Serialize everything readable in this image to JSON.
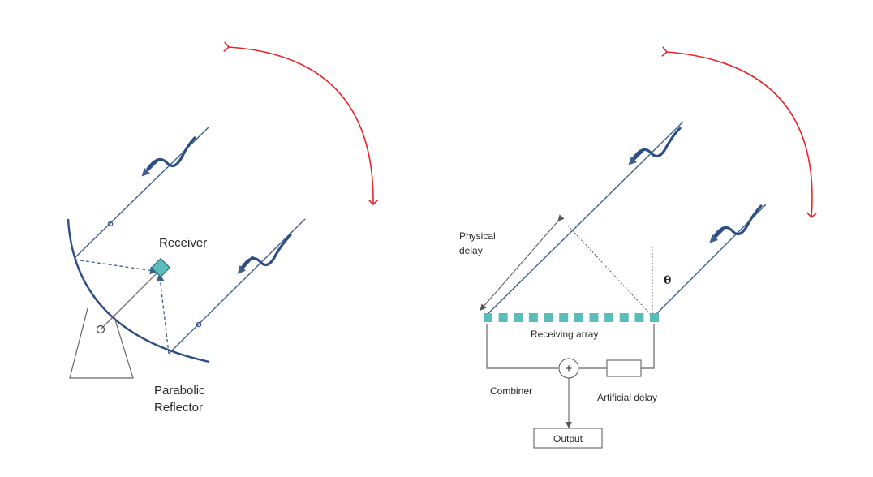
{
  "left_diagram": {
    "receiver_label": "Receiver",
    "reflector_label_line1": "Parabolic",
    "reflector_label_line2": "Reflector"
  },
  "right_diagram": {
    "physical_delay_line1": "Physical",
    "physical_delay_line2": "delay",
    "theta_label": "θ",
    "receiving_array_label": "Receiving array",
    "combiner_label": "Combiner",
    "combiner_symbol": "+",
    "artificial_delay_label": "Artificial delay",
    "output_label": "Output",
    "array_element_count": 12
  },
  "colors": {
    "rotation_arrow": "#e8262a",
    "wave_lines": "#3e5e8e",
    "receiver_fill": "#5bbcbc",
    "array_element_fill": "#5bbcbc"
  }
}
